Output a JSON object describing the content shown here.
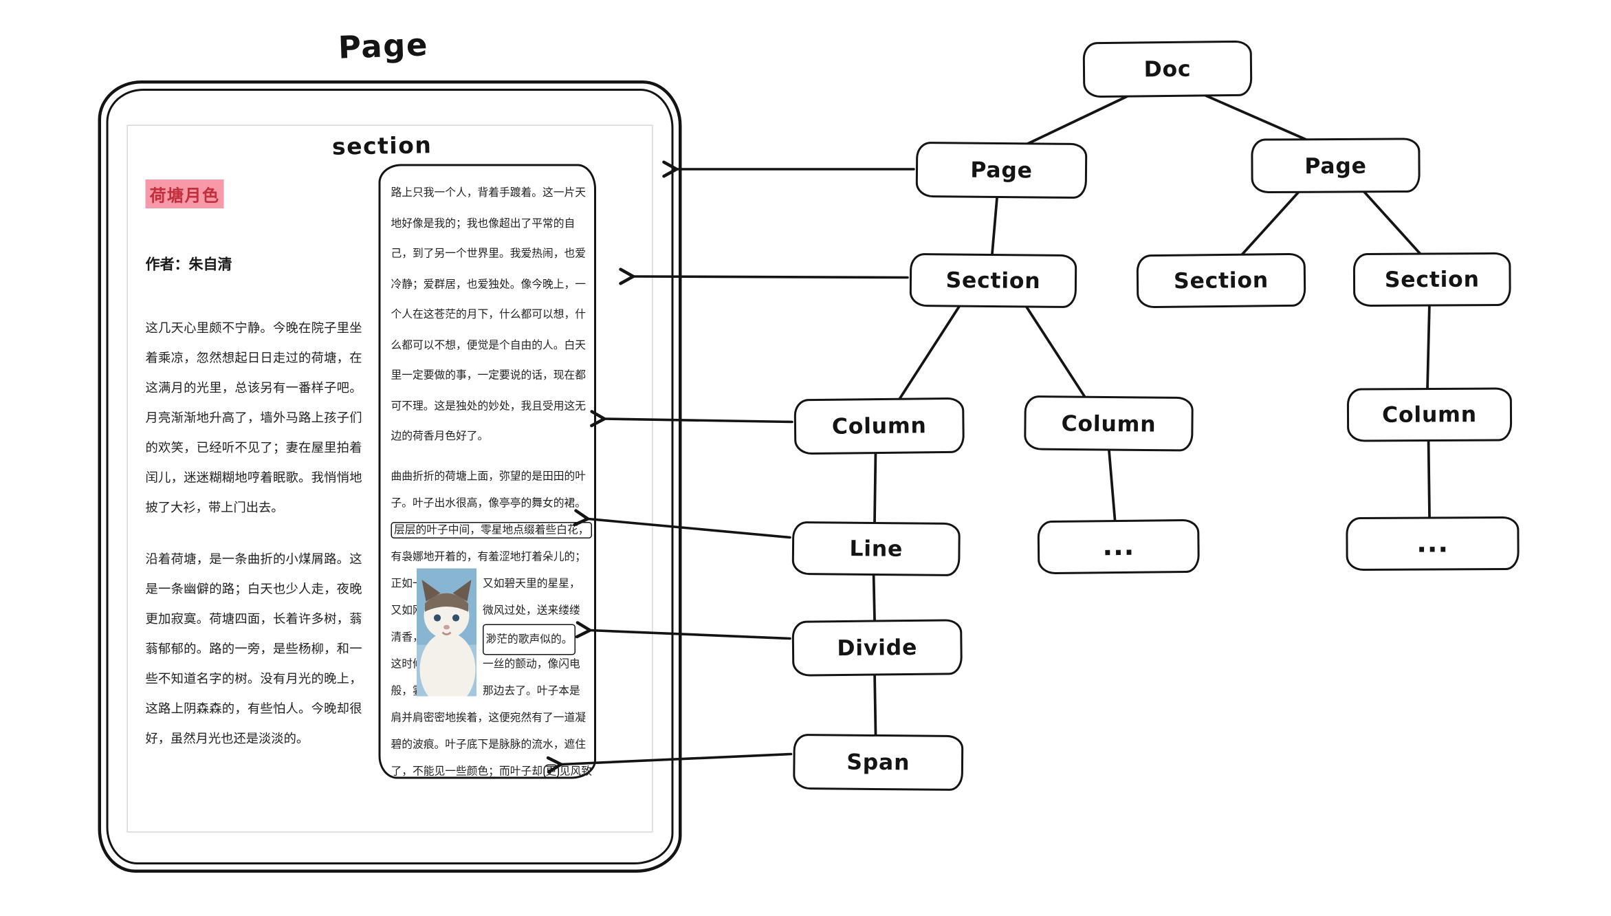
{
  "labels": {
    "page_frame": "Page",
    "section_frame": "section"
  },
  "document": {
    "title": "荷塘月色",
    "author": "作者：朱自清",
    "left_paragraphs": [
      "这几天心里颇不宁静。今晚在院子里坐着乘凉，忽然想起日日走过的荷塘，在这满月的光里，总该另有一番样子吧。月亮渐渐地升高了，墙外马路上孩子们的欢笑，已经听不见了；妻在屋里拍着闰儿，迷迷糊糊地哼着眠歌。我悄悄地披了大衫，带上门出去。",
      "沿着荷塘，是一条曲折的小煤屑路。这是一条幽僻的路；白天也少人走，夜晚更加寂寞。荷塘四面，长着许多树，蓊蓊郁郁的。路的一旁，是些杨柳，和一些不知道名字的树。没有月光的晚上，这路上阴森森的，有些怕人。今晚却很好，虽然月光也还是淡淡的。"
    ],
    "right_column": {
      "para1_lines": [
        "路上只我一个人，背着手踱着。这一片天",
        "地好像是我的；我也像超出了平常的自",
        "己，到了另一个世界里。我爱热闹，也爱",
        "冷静；爱群居，也爱独处。像今晚上，一",
        "个人在这苍茫的月下，什么都可以想，什",
        "么都可以不想，便觉是个自由的人。白天",
        "里一定要做的事，一定要说的话，现在都",
        "可不理。这是独处的妙处，我且受用这无",
        "边的荷香月色好了。"
      ],
      "para2": {
        "l1": "曲曲折折的荷塘上面，弥望的是田田的叶",
        "l2": "子。叶子出水很高，像亭亭的舞女的裙。",
        "line_highlight": "层层的叶子中间，零星地点缀着些白花，",
        "l4": "有袅娜地开着的，有羞涩地打着朵儿的；",
        "s1_left": "正如一",
        "s1_right": "又如碧天里的星星，",
        "s2_left": "又如刚",
        "s2_right": "微风过处，送来缕缕",
        "s3_left": "清香，",
        "divide_highlight": "渺茫的歌声似的。",
        "s4_left": "这时候",
        "s4_right": "一丝的颤动，像闪电",
        "s5_left": "般，霎",
        "s5_right": "那边去了。叶子本是",
        "l10": "肩并肩密密地挨着，这便宛然有了一道凝",
        "l11": "碧的波痕。叶子底下是脉脉的流水，遮住",
        "l12_pre": "了，不能见一些颜色；而叶子却",
        "span_highlight": "更",
        "l12_post": "见风致"
      }
    }
  },
  "tree": {
    "doc": "Doc",
    "page_left": "Page",
    "page_right": "Page",
    "section_left": "Section",
    "section_mid": "Section",
    "section_right": "Section",
    "column_left": "Column",
    "column_mid": "Column",
    "column_right": "Column",
    "line": "Line",
    "divide": "Divide",
    "span": "Span",
    "ellipsis_mid": "...",
    "ellipsis_right": "..."
  }
}
